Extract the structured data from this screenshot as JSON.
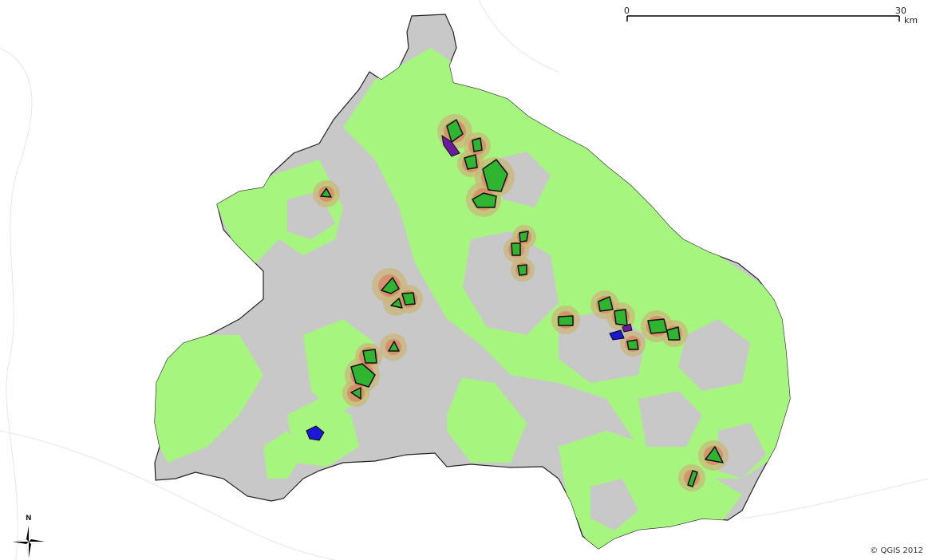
{
  "map": {
    "scalebar": {
      "start_label": "0",
      "end_label": "30",
      "unit": "km"
    },
    "north_arrow": {
      "label": "N"
    },
    "credit": "© QGIS 2012",
    "colors": {
      "region_fill": "#c8c8c8",
      "region_outline": "#222222",
      "vegetation": "#a6f57f",
      "forest_patch": "#2fb52f",
      "buffer_outer": "#c9b77a",
      "buffer_inner": "#e2735c",
      "blue_site": "#1a1ad6",
      "purple_site": "#6a1ba0"
    }
  }
}
